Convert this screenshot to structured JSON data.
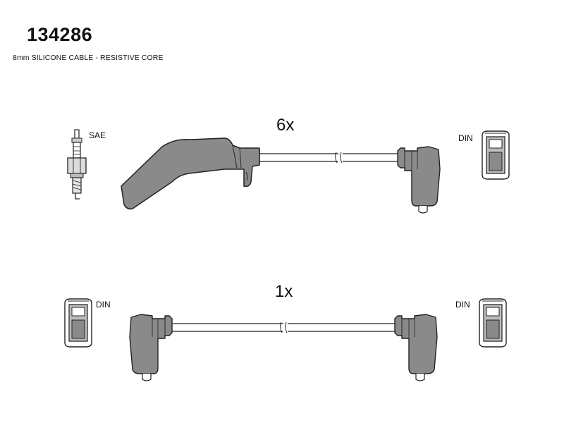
{
  "header": {
    "part_number": "134286",
    "description": "8mm SILICONE CABLE - RESISTIVE CORE"
  },
  "set_top": {
    "quantity": "6x",
    "left_terminal": "SAE",
    "right_terminal": "DIN"
  },
  "set_bottom": {
    "quantity": "1x",
    "left_terminal": "DIN",
    "right_terminal": "DIN"
  },
  "colors": {
    "boot_fill": "#8a8a8a",
    "outline": "#222222",
    "terminal_fill": "#bdbdbd"
  }
}
